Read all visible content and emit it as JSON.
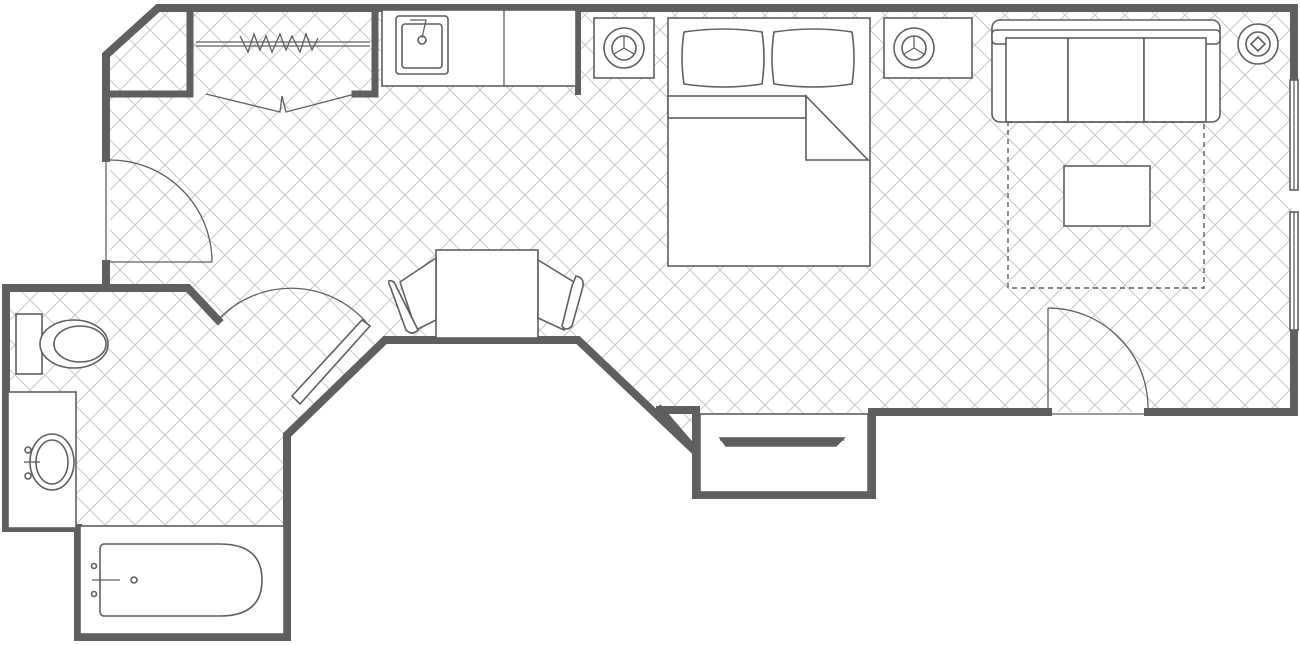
{
  "plan": {
    "colors": {
      "wall": "#5f5f61",
      "fixture": "#5f5f61",
      "floor_pattern": "#c9c9cb",
      "background": "#ffffff"
    },
    "rooms": [
      "bedroom-living-area",
      "bathroom",
      "closet-nook"
    ],
    "furniture": [
      "bed",
      "pillow",
      "pillow",
      "nightstand-lamp",
      "nightstand-lamp",
      "sofa",
      "coffee-table",
      "area-rug",
      "floor-lamp",
      "desk",
      "armchair",
      "armchair",
      "wardrobe",
      "kitchenette-sink",
      "toilet",
      "bathroom-sink",
      "bathtub",
      "luggage-rack"
    ],
    "doors": [
      "closet-door",
      "bathroom-door",
      "entry-door"
    ]
  }
}
